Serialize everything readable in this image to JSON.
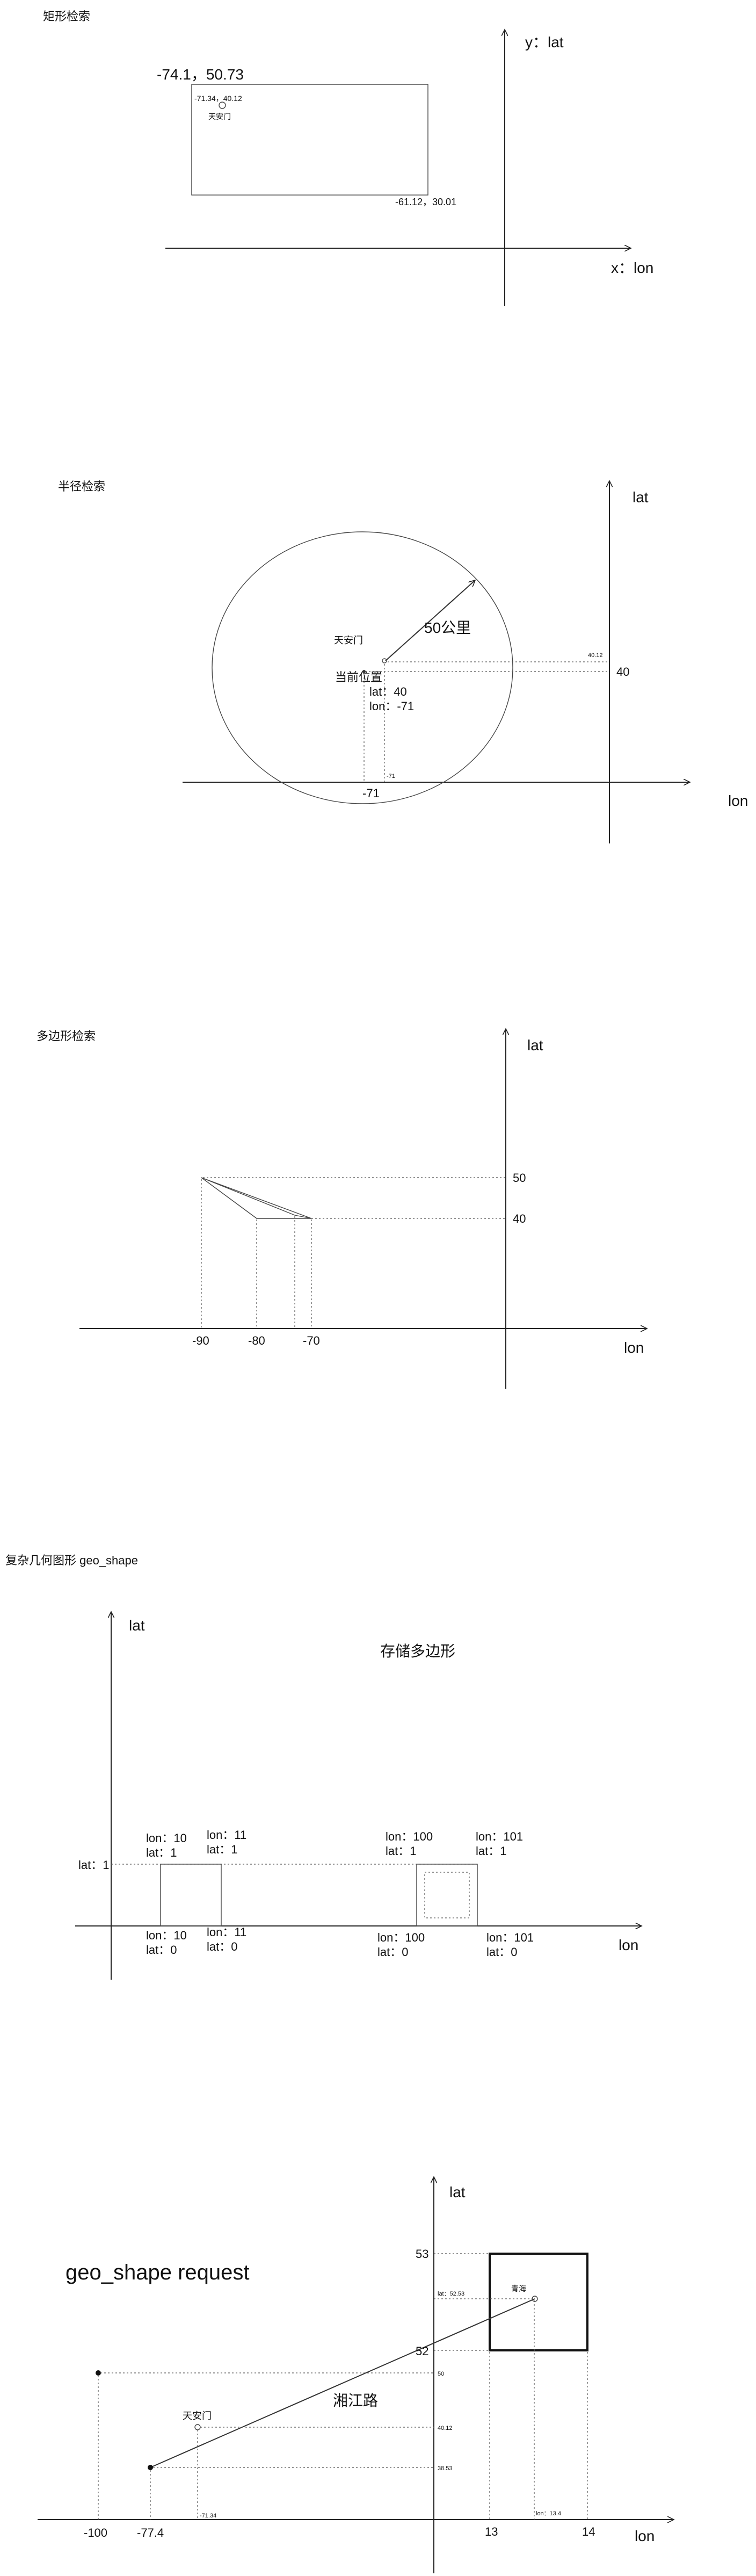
{
  "rect": {
    "title": "矩形检索",
    "axis_y": "y：lat",
    "axis_x": "x：lon",
    "top_left": "-74.1，50.73",
    "bottom_right": "-61.12，30.01",
    "point_coord": "-71.34，40.12",
    "point_label": "天安门"
  },
  "radius": {
    "title": "半径检索",
    "axis_y": "lat",
    "axis_x": "lon",
    "radius_label": "50公里",
    "landmark": "天安门",
    "center_label": "当前位置",
    "center_lat": "lat：40",
    "center_lon": "lon：-71",
    "lat_small": "40.12",
    "lat_tick": "40",
    "lon_tick": "-71",
    "lon_small": "-71"
  },
  "polygon": {
    "title": "多边形检索",
    "axis_y": "lat",
    "axis_x": "lon",
    "lat_ticks": [
      "50",
      "40"
    ],
    "lon_ticks": [
      "-90",
      "-80",
      "-70"
    ]
  },
  "geoshape": {
    "title": "复杂几何图形 geo_shape",
    "axis_y": "lat",
    "axis_x": "lon",
    "caption": "存储多边形",
    "lat_tick": "lat：1",
    "labels": {
      "a_lon": "lon：10",
      "a_lat": "lat：1",
      "b_lon": "lon：11",
      "b_lat": "lat：1",
      "c_lon": "lon：10",
      "c_lat": "lat：0",
      "d_lon": "lon：11",
      "d_lat": "lat：0",
      "e_lon": "lon：100",
      "e_lat": "lat：1",
      "f_lon": "lon：101",
      "f_lat": "lat：1",
      "g_lon": "lon：100",
      "g_lat": "lat：0",
      "h_lon": "lon：101",
      "h_lat": "lat：0"
    }
  },
  "request": {
    "title": "geo_shape request",
    "axis_y": "lat",
    "axis_x": "lon",
    "road_label": "湘江路",
    "landmark": "天安门",
    "place": "青海",
    "lat_ticks": [
      "53",
      "52",
      "50",
      "40.12",
      "38.53"
    ],
    "lat_small": "lat：52.53",
    "lon_ticks": [
      "-100",
      "-77.4",
      "13",
      "14"
    ],
    "lon_small": [
      "-71.34",
      "lon：13.4"
    ]
  }
}
